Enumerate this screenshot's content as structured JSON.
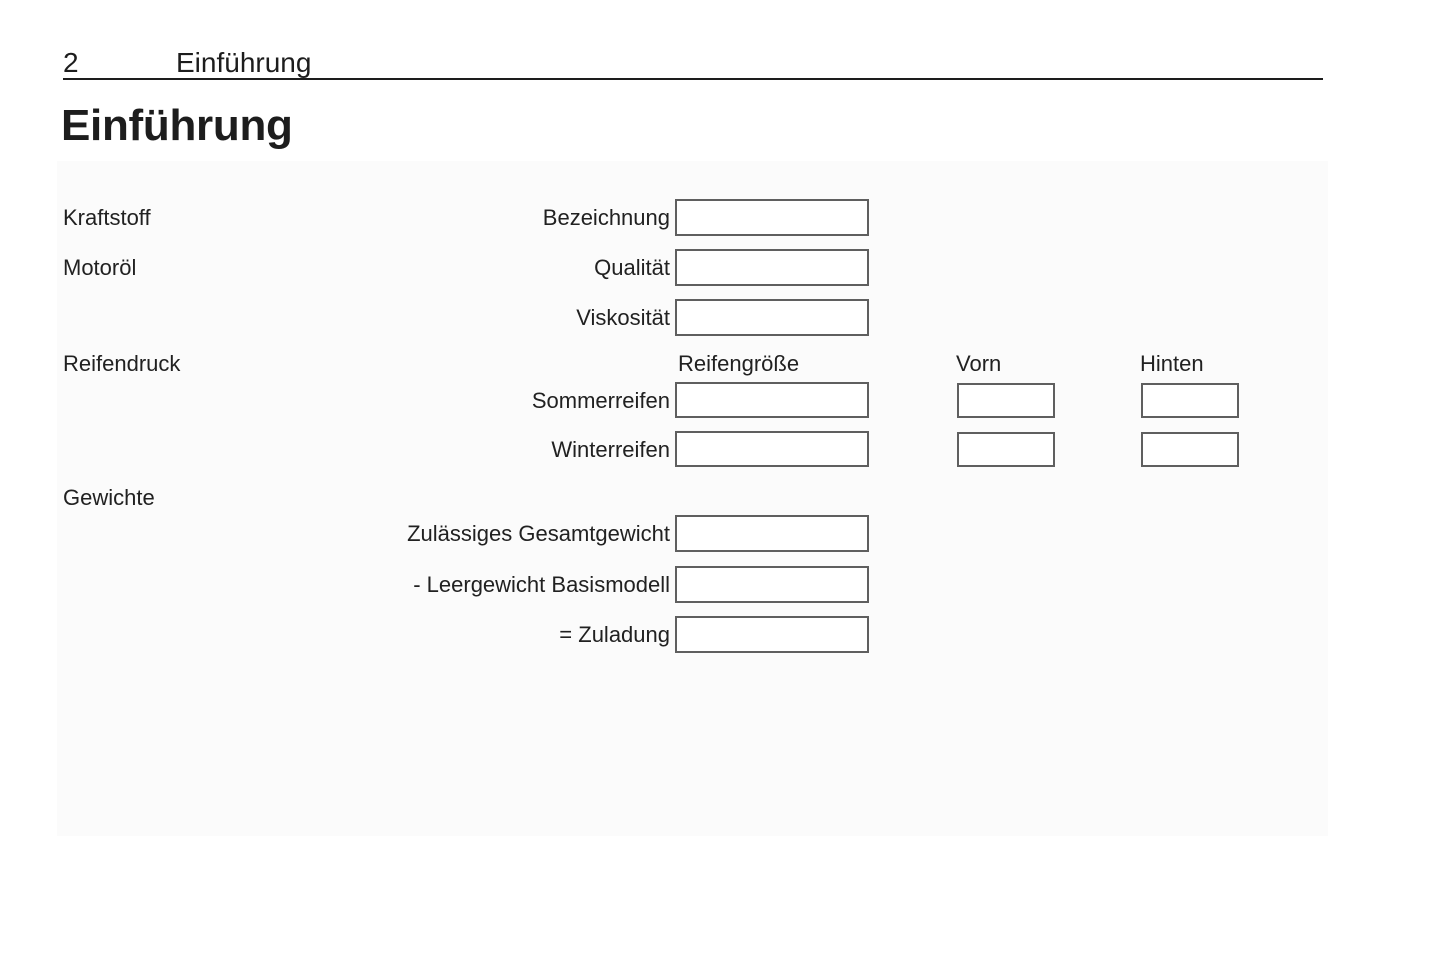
{
  "header": {
    "page_number": "2",
    "chapter_title": "Einführung"
  },
  "page_title": "Einführung",
  "form": {
    "sections": {
      "fuel": "Kraftstoff",
      "oil": "Motoröl",
      "tire_pressure": "Reifendruck",
      "weights": "Gewichte"
    },
    "tire_table_headers": {
      "size": "Reifengröße",
      "front": "Vorn",
      "rear": "Hinten"
    },
    "fields": {
      "designation": {
        "label": "Bezeichnung",
        "value": ""
      },
      "quality": {
        "label": "Qualität",
        "value": ""
      },
      "viscosity": {
        "label": "Viskosität",
        "value": ""
      },
      "summer_tires": {
        "label": "Sommerreifen",
        "size_value": "",
        "front_value": "",
        "rear_value": ""
      },
      "winter_tires": {
        "label": "Winterreifen",
        "size_value": "",
        "front_value": "",
        "rear_value": ""
      },
      "gross_weight": {
        "label": "Zulässiges Gesamtgewicht",
        "value": ""
      },
      "curb_weight": {
        "label": "- Leergewicht Basismodell",
        "value": ""
      },
      "payload": {
        "label": "= Zuladung",
        "value": ""
      }
    }
  },
  "colors": {
    "text": "#212121",
    "box_border": "#5f5f5f",
    "panel_background": "#fbfbfb",
    "page_background": "#ffffff"
  }
}
